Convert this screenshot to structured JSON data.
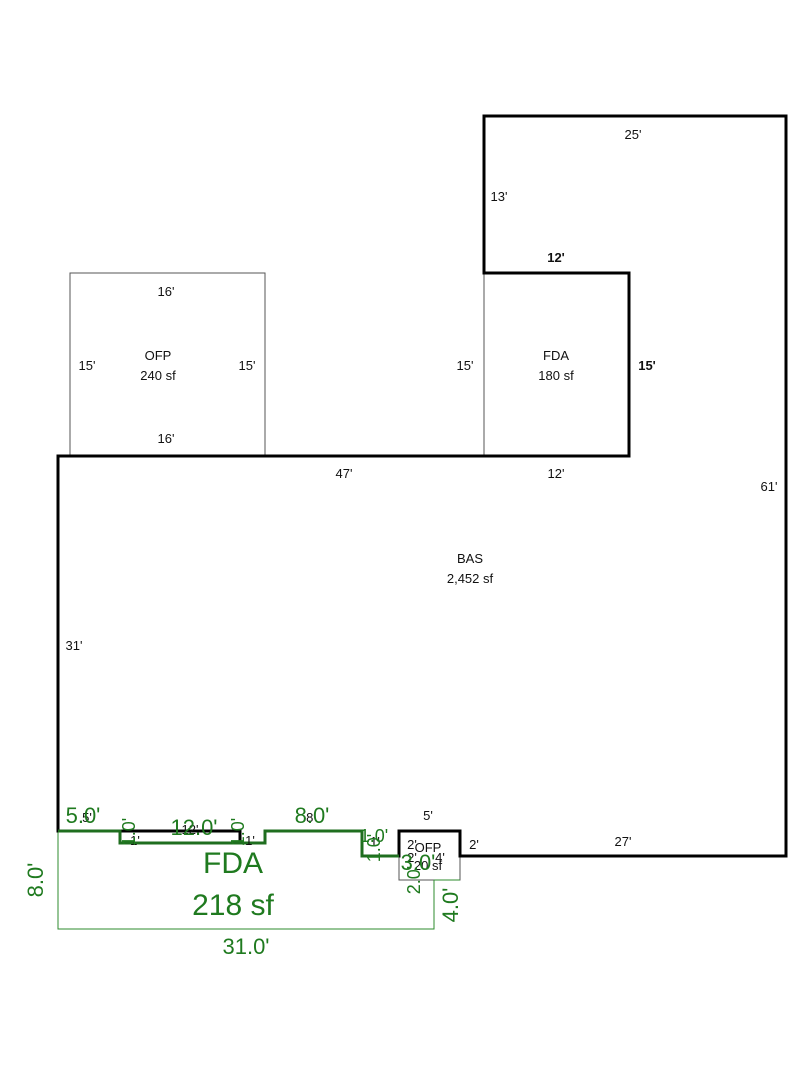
{
  "colors": {
    "outline": "#000000",
    "thin_outline": "#555555",
    "green": "#1f7a1f"
  },
  "areas": {
    "bas": {
      "code": "BAS",
      "area": "2,452 sf"
    },
    "ofp": {
      "code": "OFP",
      "area": "240 sf"
    },
    "fda_upper": {
      "code": "FDA",
      "area": "180 sf"
    },
    "fda_lower": {
      "code": "FDA",
      "area": "218 sf"
    },
    "ofp_small": {
      "code": "OFP",
      "area": "20 sf"
    }
  },
  "dimensions": {
    "top_25": "25'",
    "left_13": "13'",
    "step_12": "12'",
    "fda_right_15": "15'",
    "fda_left_15": "15'",
    "ofp_top_16": "16'",
    "ofp_left_15": "15'",
    "ofp_right_15": "15'",
    "ofp_bottom_16": "16'",
    "bas_top_47": "47'",
    "bas_top_12": "12'",
    "right_61": "61'",
    "left_31": "31'",
    "bottom_27": "27'",
    "bottom_2": "2'",
    "bottom_5": "5'",
    "ofp_small_2a": "2'",
    "ofp_small_2b": "2'",
    "ofp_small_4": "4'",
    "bas_bottom_5": "5'",
    "bas_bottom_1a": "1'",
    "bas_bottom_12": "12'",
    "bas_bottom_1b": "1'",
    "bas_bottom_8": "8'",
    "bas_bottom_1c": "1'"
  },
  "green_dimensions": {
    "d_5": "5.0'",
    "d_1a": "1.0'",
    "d_12": "12.0'",
    "d_1b": "1.0'",
    "d_8": "8.0'",
    "d_1c": "1.0'",
    "d_1d": "1.0'",
    "d_3": "3.0'",
    "d_2": "2.0'",
    "d_left": "8.0'",
    "d_right": "4.0'",
    "d_bottom": "31.0'"
  }
}
